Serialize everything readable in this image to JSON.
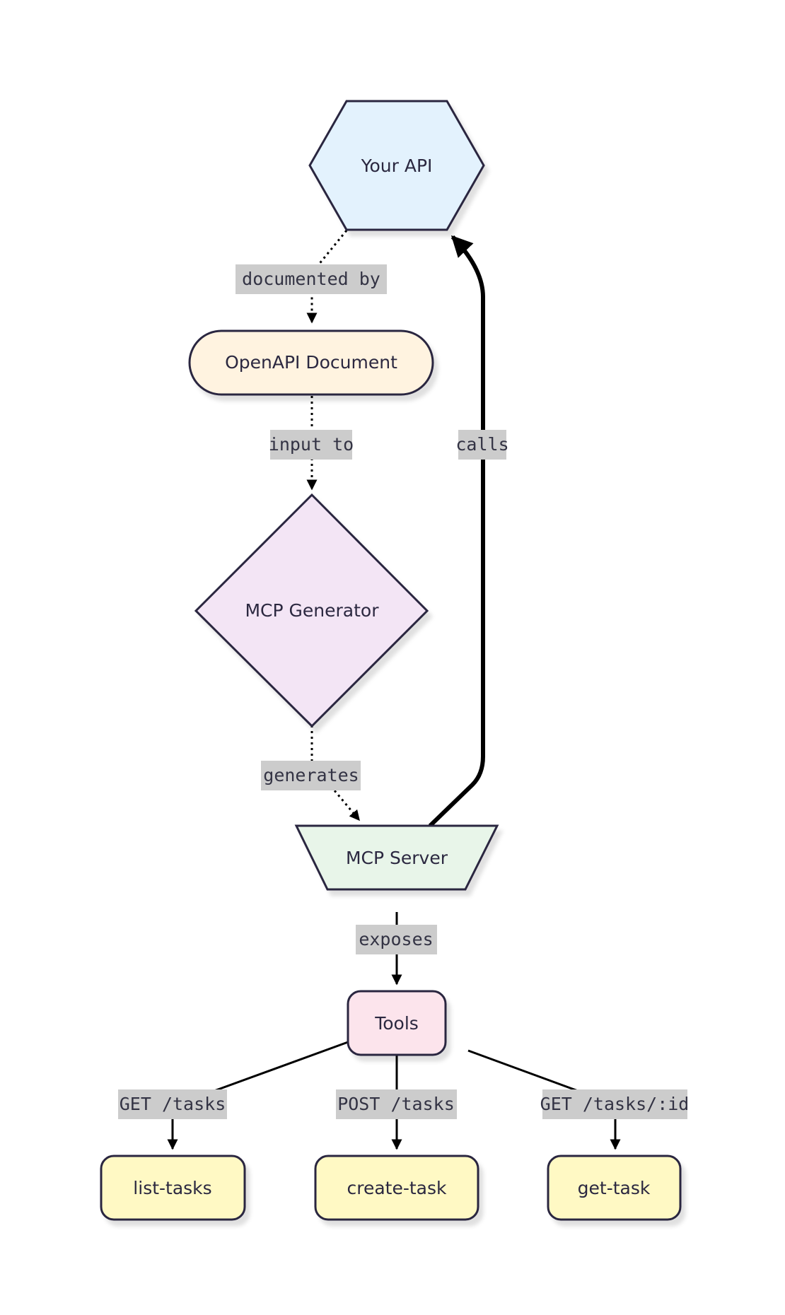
{
  "nodes": {
    "api": {
      "label": "Your API",
      "fill": "#e3f2fd"
    },
    "openapi": {
      "label": "OpenAPI Document",
      "fill": "#fff3e0"
    },
    "generator": {
      "label": "MCP Generator",
      "fill": "#f3e5f5"
    },
    "server": {
      "label": "MCP Server",
      "fill": "#e8f5e9"
    },
    "tools": {
      "label": "Tools",
      "fill": "#fce4ec"
    },
    "list_tasks": {
      "label": "list-tasks",
      "fill": "#fff9c4"
    },
    "create_task": {
      "label": "create-task",
      "fill": "#fff9c4"
    },
    "get_task": {
      "label": "get-task",
      "fill": "#fff9c4"
    }
  },
  "edges": {
    "documented_by": "documented by",
    "input_to": "input to",
    "generates": "generates",
    "calls": "calls",
    "exposes": "exposes",
    "get_tasks": "GET /tasks",
    "post_tasks": "POST /tasks",
    "get_task_id": "GET /tasks/:id"
  }
}
